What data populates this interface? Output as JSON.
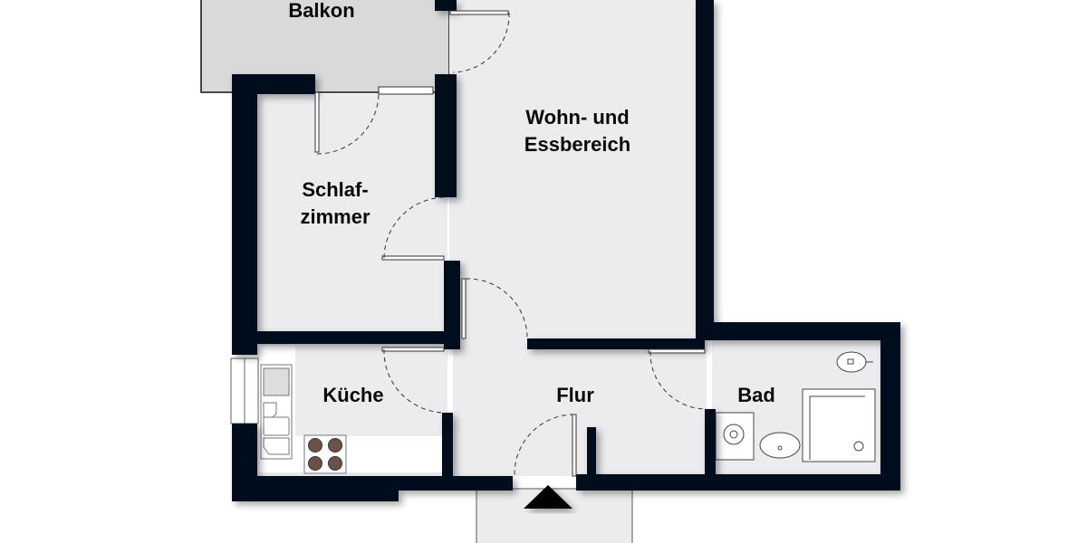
{
  "plan": {
    "colors": {
      "wall": "#050d1c",
      "floor": "#ecebed",
      "balcony": "#d9d9d9",
      "background": "#ffffff",
      "fixture": "#ffffff",
      "hob": "#6b5146"
    },
    "rooms": [
      {
        "id": "balkon",
        "label": "Balkon"
      },
      {
        "id": "wohn",
        "label": "Wohn- und\nEssbereich"
      },
      {
        "id": "schlaf",
        "label": "Schlaf-\nzimmer"
      },
      {
        "id": "kueche",
        "label": "Küche"
      },
      {
        "id": "flur",
        "label": "Flur"
      },
      {
        "id": "bad",
        "label": "Bad"
      }
    ],
    "entrance_marker": "entrance-arrow"
  }
}
